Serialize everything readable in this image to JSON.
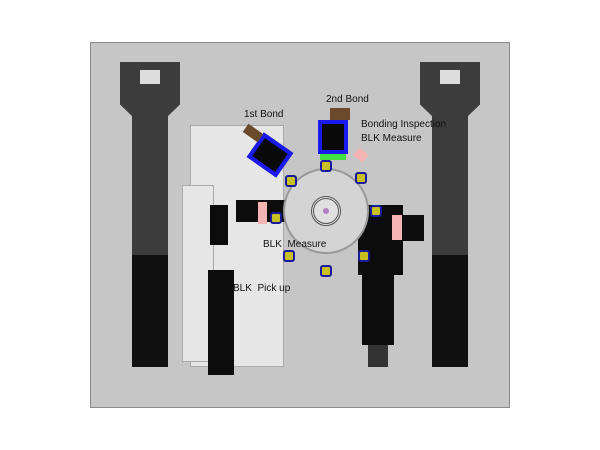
{
  "labels": {
    "first_bond": "1st Bond",
    "second_bond": "2nd Bond",
    "bonding_inspection": "Bonding Inspection",
    "blk_measure_top": "BLK Measure",
    "blk_measure": "BLK  Measure",
    "blk_pickup": "BLK  Pick up"
  },
  "colors": {
    "panel": "#c6c6c6",
    "head": "#1a1aee",
    "nozzle": "#c8c020"
  }
}
